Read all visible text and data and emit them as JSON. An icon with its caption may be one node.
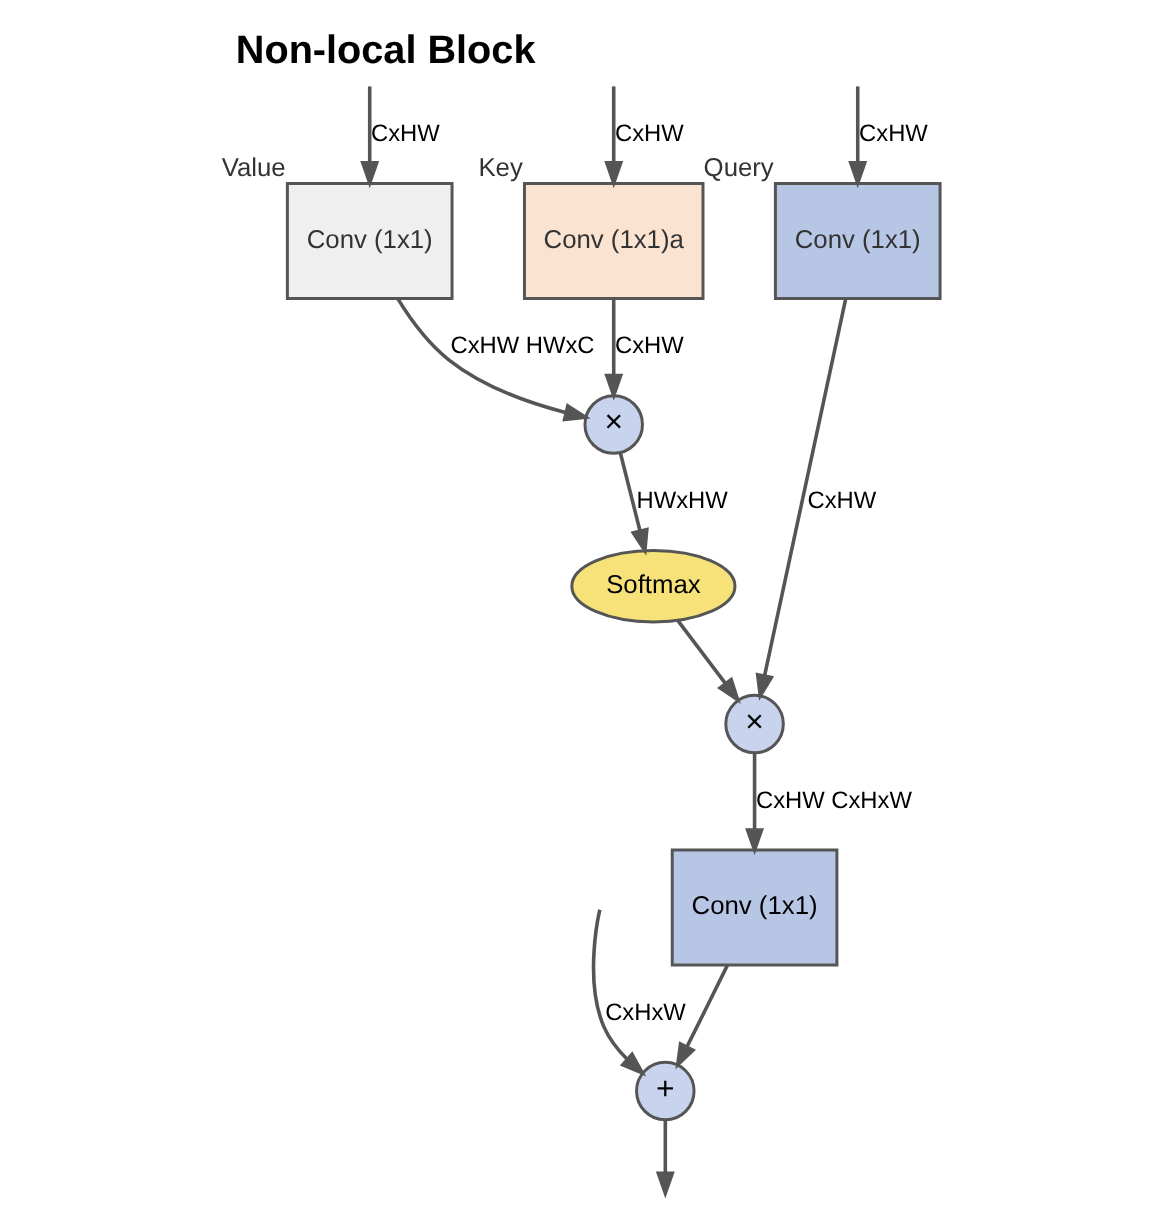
{
  "diagram": {
    "title": "Non-local Block",
    "nodes": [
      {
        "text": [
          "Conv (1x1)"
        ],
        "beside": [
          "Query"
        ]
      },
      {
        "text": [
          "Conv (1x1)"
        ],
        "beside": [
          "Value"
        ]
      },
      {
        "text": [
          "Conv (1x1)a"
        ],
        "beside": [
          "Key"
        ]
      },
      {
        "text": [
          "×"
        ]
      },
      {
        "text": [
          "Softmax"
        ]
      },
      {
        "text": [
          "×"
        ]
      },
      {
        "text": [
          "Conv (1x1)"
        ]
      },
      {
        "text": [
          "+"
        ]
      }
    ],
    "edges": [
      {
        "from": null,
        "to": 0,
        "arrow": "to",
        "label": "CxHW"
      },
      {
        "from": null,
        "to": 1,
        "arrow": "to",
        "label": "CxHW"
      },
      {
        "from": null,
        "to": 2,
        "arrow": "to",
        "label": "CxHW"
      },
      {
        "from": null,
        "to": 7,
        "arrow": "to",
        "label": "CxHxW"
      },
      {
        "from": 1,
        "to": 3,
        "arrow": "to",
        "label": "CxHW HWxC"
      },
      {
        "from": 2,
        "to": 3,
        "arrow": "to",
        "label": "CxHW"
      },
      {
        "from": 3,
        "to": 4,
        "arrow": "to",
        "label": "HWxHW"
      },
      {
        "from": 4,
        "to": 5,
        "arrow": "to"
      },
      {
        "from": 0,
        "to": 5,
        "arrow": "to",
        "label": "CxHW"
      },
      {
        "from": 5,
        "to": 6,
        "arrow": "to",
        "label": "CxHW CxHxW"
      },
      {
        "from": 6,
        "to": 7,
        "arrow": "to"
      },
      {
        "from": 7,
        "to": null,
        "arrow": "to"
      }
    ]
  }
}
